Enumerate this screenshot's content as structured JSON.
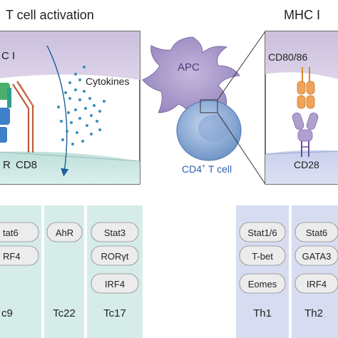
{
  "headings": {
    "left": "T cell activation",
    "right": "MHC I"
  },
  "left_panel": {
    "mhc_label": "C I",
    "cytokines_label": "Cytokines",
    "receptor_left_label": "R",
    "receptor_cd8_label": "CD8"
  },
  "center": {
    "apc_label": "APC",
    "cd4_label_main": "CD4",
    "cd4_label_sup": "+",
    "cd4_label_tail": " T cell"
  },
  "right_panel": {
    "cd80_label": "CD80/86",
    "cd28_label": "CD28"
  },
  "subsets_left": [
    {
      "name": "c9",
      "factors": [
        "tat6",
        "RF4"
      ]
    },
    {
      "name": "Tc22",
      "factors": [
        "AhR"
      ]
    },
    {
      "name": "Tc17",
      "factors": [
        "Stat3",
        "RORγt",
        "IRF4"
      ]
    }
  ],
  "subsets_right": [
    {
      "name": "Th1",
      "factors": [
        "Stat1/6",
        "T-bet",
        "Eomes"
      ]
    },
    {
      "name": "Th2",
      "factors": [
        "Stat6",
        "GATA3",
        "IRF4"
      ]
    }
  ],
  "colors": {
    "cd8_panel": "#d6ece9",
    "cd4_panel": "#d7dcf0",
    "apc_fill": "#a99bc8",
    "tcell_fill": "#8fb0d8",
    "cytokine_dot": "#3b8fb8",
    "membrane_top": "#cfc4df",
    "membrane_bottom": "#c8e3df"
  }
}
